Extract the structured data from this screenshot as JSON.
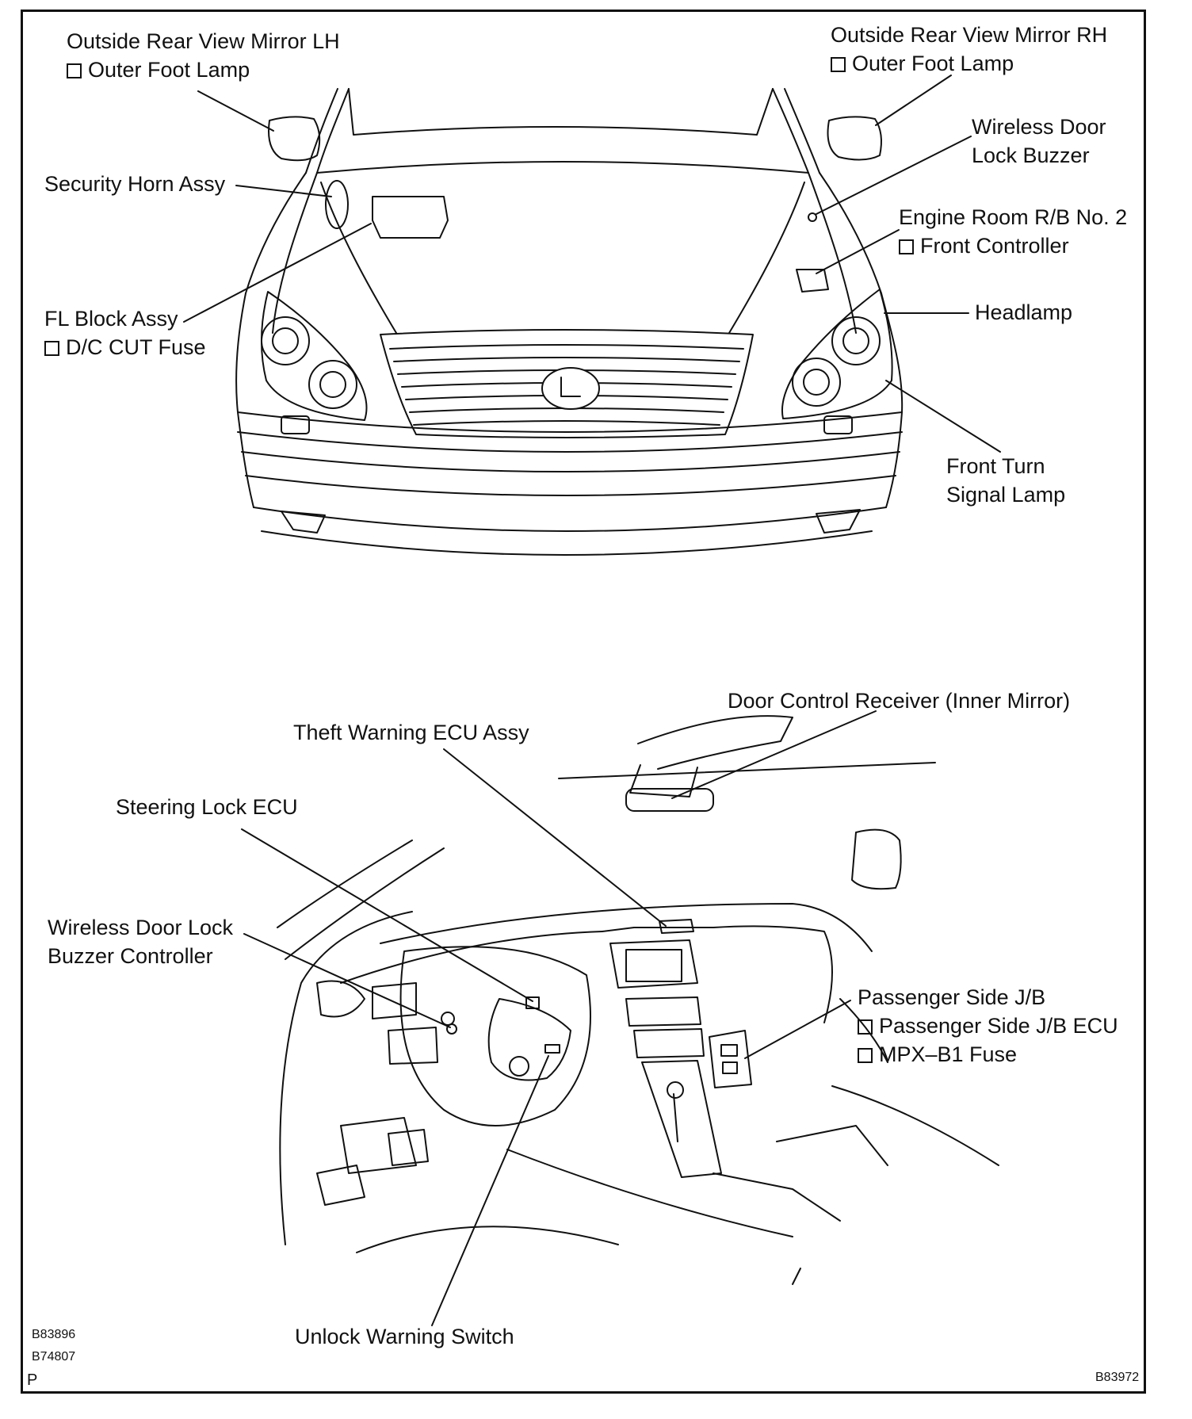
{
  "labels": {
    "mirror_lh": {
      "title": "Outside Rear View Mirror LH",
      "sub": "Outer Foot Lamp"
    },
    "mirror_rh": {
      "title": "Outside Rear View Mirror RH",
      "sub": "Outer Foot Lamp"
    },
    "wireless_buzzer": {
      "line1": "Wireless Door",
      "line2": "Lock Buzzer"
    },
    "security_horn": "Security Horn Assy",
    "engine_room_rb": {
      "title": "Engine Room R/B No. 2",
      "sub": "Front Controller"
    },
    "fl_block": {
      "title": "FL Block Assy",
      "sub": "D/C CUT Fuse"
    },
    "headlamp": "Headlamp",
    "front_turn": {
      "line1": "Front Turn",
      "line2": "Signal Lamp"
    },
    "door_control_receiver": "Door Control Receiver (Inner Mirror)",
    "theft_warning_ecu": "Theft Warning ECU Assy",
    "steering_lock_ecu": "Steering Lock ECU",
    "wireless_controller": {
      "line1": "Wireless Door Lock",
      "line2": "Buzzer Controller"
    },
    "passenger_jb": {
      "title": "Passenger Side J/B",
      "sub1": "Passenger Side J/B ECU",
      "sub2": "MPX–B1 Fuse"
    },
    "unlock_warning": "Unlock Warning Switch"
  },
  "codes": {
    "c1": "B83896",
    "c2": "B74807",
    "c3": "B83972",
    "page_mark": "P"
  }
}
